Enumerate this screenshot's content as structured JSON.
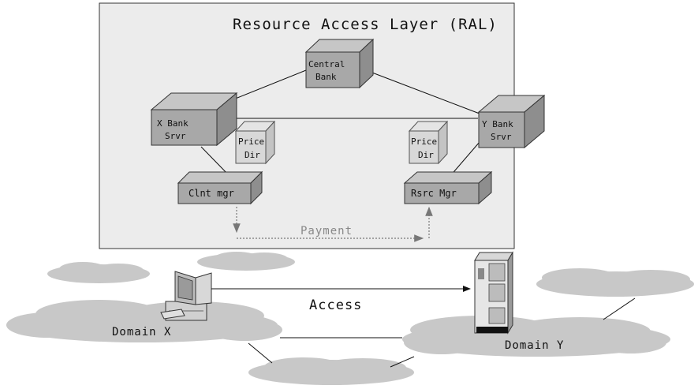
{
  "diagram": {
    "title": "Resource Access Layer (RAL)",
    "nodes": {
      "central_bank": {
        "line1": "Central",
        "line2": "Bank"
      },
      "x_bank_server": {
        "line1": "X Bank",
        "line2": "Srvr"
      },
      "y_bank_server": {
        "line1": "Y Bank",
        "line2": "Srvr"
      },
      "price_dir_left": {
        "line1": "Price",
        "line2": "Dir"
      },
      "price_dir_right": {
        "line1": "Price",
        "line2": "Dir"
      },
      "client_manager": {
        "label": "Clnt mgr"
      },
      "resource_manager": {
        "label": "Rsrc Mgr"
      }
    },
    "flows": {
      "payment": "Payment",
      "access": "Access"
    },
    "domains": {
      "x": "Domain X",
      "y": "Domain Y"
    }
  },
  "colors": {
    "ral_background": "#ececec",
    "box_front": "#a8a8a8",
    "box_top": "#c6c6c6",
    "box_side": "#8e8e8e",
    "cloud": "#c8c8c8",
    "payment_line": "#777777"
  }
}
